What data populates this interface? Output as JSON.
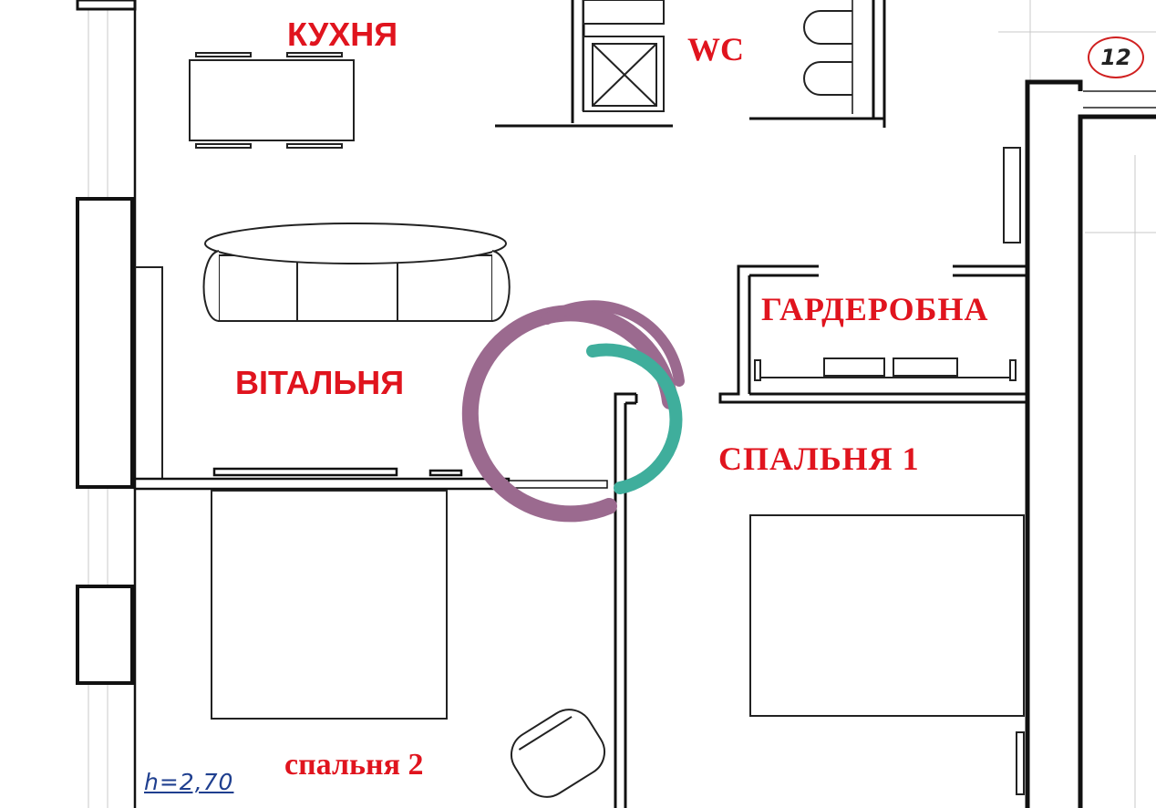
{
  "rooms": {
    "kitchen": "КУХНЯ",
    "wc": "WC",
    "wardrobe": "ГАРДЕРОБНА",
    "living": "ВІТАЛЬНЯ",
    "bedroom1": "СПАЛЬНЯ 1",
    "bedroom2": "спальня 2"
  },
  "ceiling_height": "h=2,70",
  "plan_number": "12",
  "colors": {
    "room_label": "#e0141e",
    "wall": "#111111",
    "logo_purple": "#9b6a8f",
    "logo_teal": "#3fae9c"
  }
}
